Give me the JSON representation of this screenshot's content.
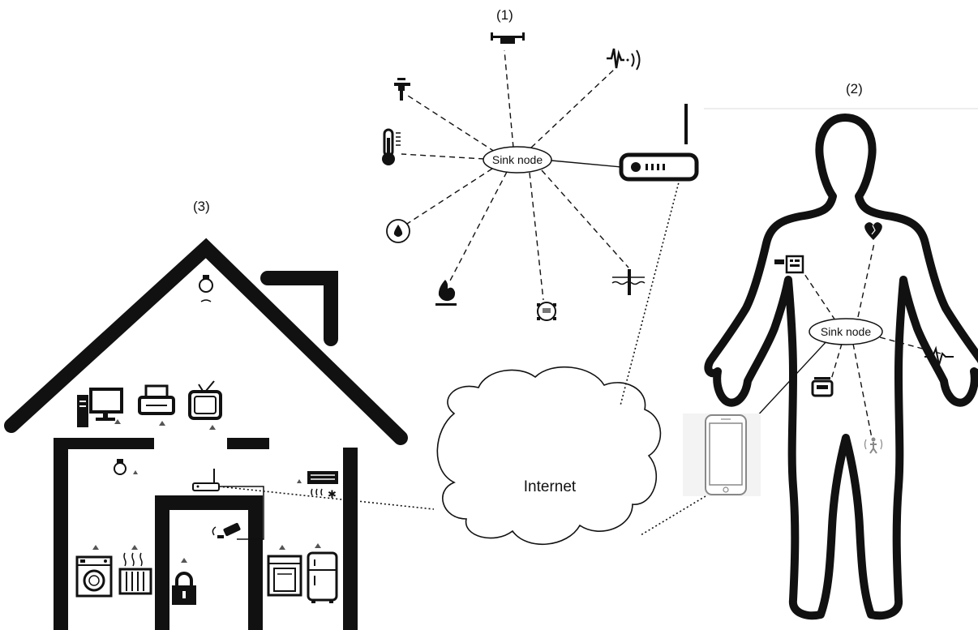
{
  "sections": {
    "sensor_network": {
      "label": "(1)",
      "sink_label": "Sink node"
    },
    "body_network": {
      "label": "(2)",
      "sink_label": "Sink node"
    },
    "smart_home": {
      "label": "(3)"
    }
  },
  "cloud": {
    "label": "Internet"
  }
}
